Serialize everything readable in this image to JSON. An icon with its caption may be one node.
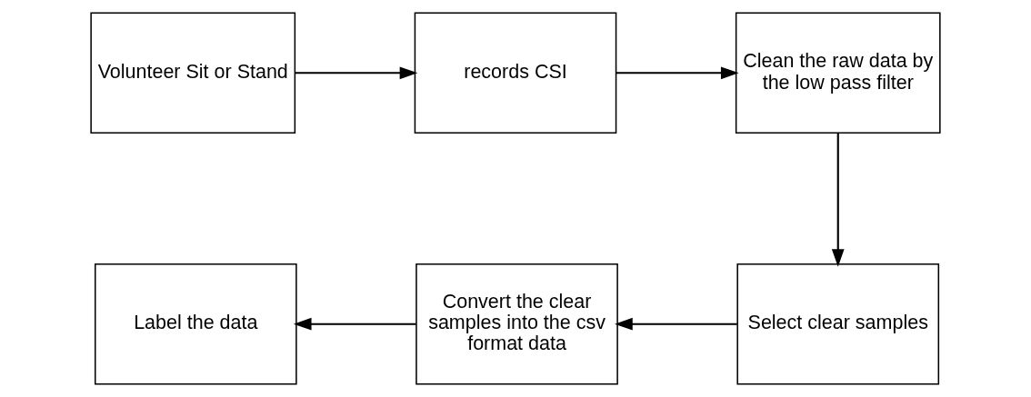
{
  "diagram": {
    "nodes": [
      {
        "text": [
          "Volunteer Sit or Stand"
        ]
      },
      {
        "text": [
          "records CSI"
        ]
      },
      {
        "text": [
          "Clean the raw data by the low pass filter"
        ]
      },
      {
        "text": [
          "Select clear samples"
        ]
      },
      {
        "text": [
          "Convert the clear samples into the csv format data"
        ]
      },
      {
        "text": [
          "Label the data"
        ]
      }
    ],
    "edges": [
      {
        "from": 0,
        "to": 1,
        "arrow": "to"
      },
      {
        "from": 1,
        "to": 2,
        "arrow": "to"
      },
      {
        "from": 2,
        "to": 3,
        "arrow": "to"
      },
      {
        "from": 3,
        "to": 4,
        "arrow": "to"
      },
      {
        "from": 4,
        "to": 5,
        "arrow": "to"
      }
    ]
  }
}
